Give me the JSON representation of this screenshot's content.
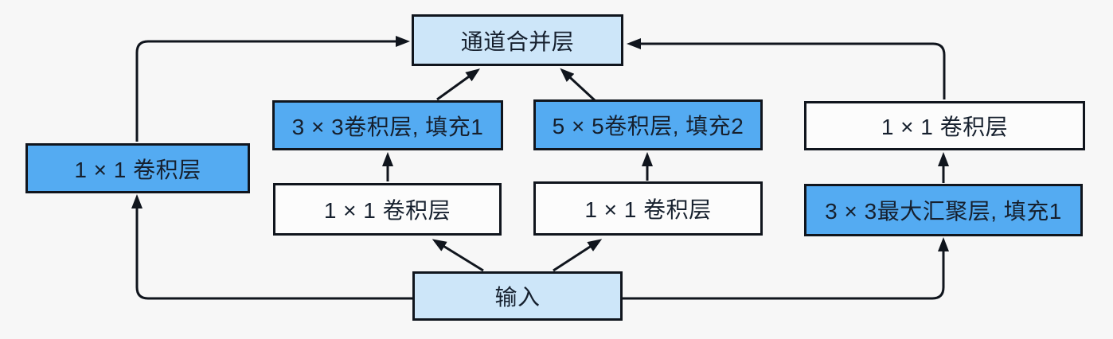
{
  "diagram": {
    "description_colors": {
      "background": "#f7f7f7",
      "box_blue": "#54abf2",
      "box_light_blue": "#cde6f9",
      "box_white": "#fcfcfc",
      "border_and_arrows": "#10151d",
      "text": "#16202e"
    },
    "nodes": {
      "concat": {
        "label": "通道合并层",
        "style": "light"
      },
      "conv3x3": {
        "label": "3 × 3卷积层, 填充1",
        "style": "blue"
      },
      "conv5x5": {
        "label": "5 × 5卷积层, 填充2",
        "style": "blue"
      },
      "conv1x1_right": {
        "label": "1 × 1 卷积层",
        "style": "white"
      },
      "conv1x1_left": {
        "label": "1 × 1 卷积层",
        "style": "blue"
      },
      "conv1x1_branch2": {
        "label": "1 × 1 卷积层",
        "style": "white"
      },
      "conv1x1_branch3": {
        "label": "1 × 1 卷积层",
        "style": "white"
      },
      "maxpool": {
        "label": "3 × 3最大汇聚层, 填充1",
        "style": "blue"
      },
      "input": {
        "label": "输入",
        "style": "light"
      }
    },
    "edges": [
      {
        "from": "input",
        "to": "conv1x1_left"
      },
      {
        "from": "input",
        "to": "conv1x1_branch2"
      },
      {
        "from": "input",
        "to": "conv1x1_branch3"
      },
      {
        "from": "input",
        "to": "maxpool"
      },
      {
        "from": "conv1x1_branch2",
        "to": "conv3x3"
      },
      {
        "from": "conv1x1_branch3",
        "to": "conv5x5"
      },
      {
        "from": "maxpool",
        "to": "conv1x1_right"
      },
      {
        "from": "conv1x1_left",
        "to": "concat"
      },
      {
        "from": "conv3x3",
        "to": "concat"
      },
      {
        "from": "conv5x5",
        "to": "concat"
      },
      {
        "from": "conv1x1_right",
        "to": "concat"
      }
    ]
  }
}
